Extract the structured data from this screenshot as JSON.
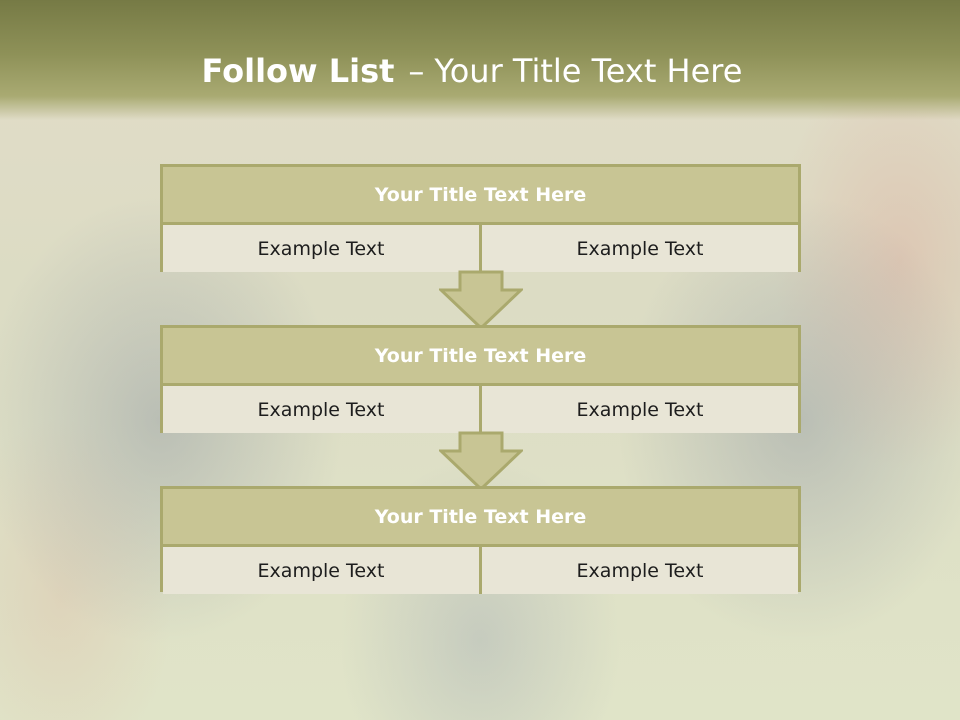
{
  "slide": {
    "title_bold": "Follow List",
    "title_dash": "–",
    "title_rest": "Your Title Text Here"
  },
  "cards": [
    {
      "title": "Your Title Text Here",
      "left": "Example Text",
      "right": "Example Text"
    },
    {
      "title": "Your Title Text Here",
      "left": "Example Text",
      "right": "Example Text"
    },
    {
      "title": "Your Title Text Here",
      "left": "Example Text",
      "right": "Example Text"
    }
  ],
  "colors": {
    "header": "#8e9158",
    "card_header": "#c8c594",
    "card_border": "#aaa96d",
    "card_body": "#e8e5d6"
  }
}
